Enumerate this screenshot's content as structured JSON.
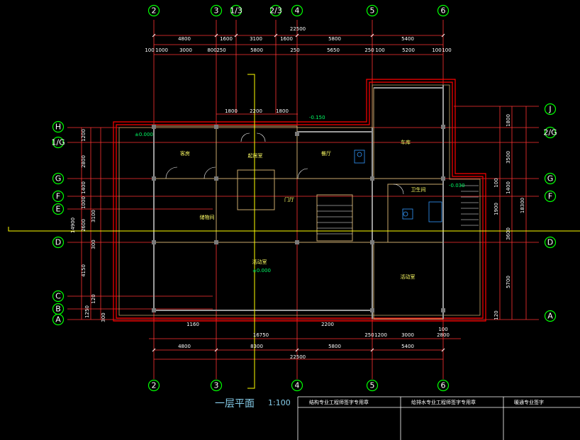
{
  "plan": {
    "title": "一层平面",
    "scale": "1:100"
  },
  "axes": {
    "top": [
      "2",
      "3",
      "1/3",
      "2/3",
      "4",
      "5",
      "6"
    ],
    "bottom": [
      "2",
      "3",
      "4",
      "5",
      "6"
    ],
    "left": [
      "H",
      "1/G",
      "G",
      "F",
      "E",
      "D",
      "C",
      "B",
      "A"
    ],
    "right": [
      "J",
      "2/G",
      "G",
      "F",
      "D",
      "A"
    ]
  },
  "dims_top": {
    "row1": [
      "4800",
      "1600",
      "3100",
      "1600",
      "5800",
      "5400"
    ],
    "total": "22500",
    "row2": [
      "100",
      "1000",
      "3000",
      "800",
      "250",
      "5800",
      "250",
      "5650",
      "250",
      "100",
      "5200",
      "100",
      "100"
    ],
    "inner": [
      "1800",
      "2200",
      "1800"
    ]
  },
  "dims_bottom": {
    "row1": [
      "4800",
      "8300",
      "5800",
      "5400"
    ],
    "total": "22500",
    "inner": [
      "16750",
      "250",
      "1200",
      "3000",
      "2800",
      "1160",
      "2200",
      "100"
    ]
  },
  "dims_left": {
    "texts": [
      "1200",
      "2800",
      "1400",
      "1000",
      "2600",
      "3100",
      "4150",
      "14900",
      "120",
      "300",
      "1250",
      "300"
    ]
  },
  "dims_right": {
    "texts": [
      "1800",
      "3500",
      "1400",
      "1900",
      "3600",
      "5700",
      "18300",
      "120",
      "100"
    ]
  },
  "rooms": [
    {
      "name": "客房"
    },
    {
      "name": "起居室"
    },
    {
      "name": "餐厅"
    },
    {
      "name": "车库"
    },
    {
      "name": "储物间"
    },
    {
      "name": "门厅"
    },
    {
      "name": "卫生间"
    },
    {
      "name": "活动室"
    }
  ],
  "elevations": [
    "±0.000",
    "-0.150",
    "±0.000",
    "-0.030"
  ],
  "title_block": {
    "cell1": "结构专业工程师签字专用章",
    "cell2": "给排水专业工程师签字专用章",
    "cell3": "暖通专业签字"
  },
  "colors": {
    "axis_bubble": "#00ff00",
    "dimension": "#ff3333",
    "wall_outline": "#ff0000",
    "inner_wall": "#c8a86b",
    "section_line": "#ffff00",
    "title": "#87ceeb"
  }
}
